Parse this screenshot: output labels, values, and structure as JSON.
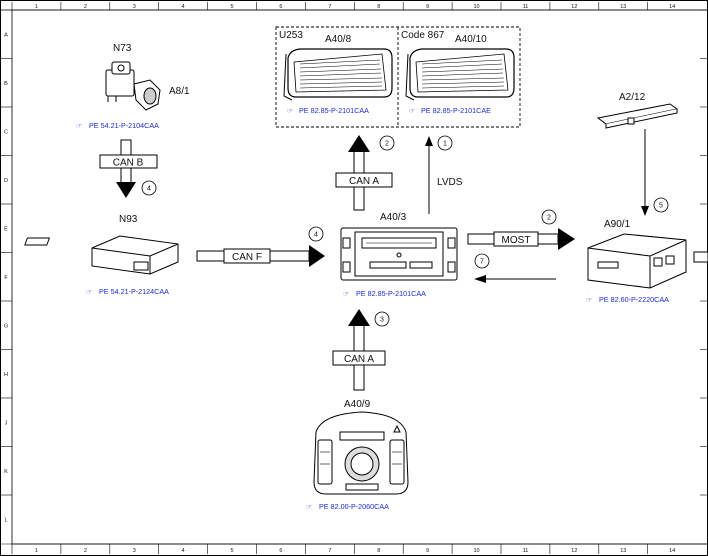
{
  "ruler": {
    "columns": [
      "1",
      "2",
      "3",
      "4",
      "5",
      "6",
      "7",
      "8",
      "9",
      "10",
      "11",
      "12",
      "13",
      "14"
    ],
    "rows": [
      "A",
      "B",
      "C",
      "D",
      "E",
      "F",
      "G",
      "H",
      "J",
      "K",
      "L"
    ]
  },
  "group_box": {
    "left_label": "U253",
    "right_label": "Code 867"
  },
  "components": {
    "n73": {
      "label": "N73",
      "sub": "A8/1",
      "ref": "PE 54.21-P-2104CAA"
    },
    "n93": {
      "label": "N93",
      "ref": "PE 54.21-P-2124CAA"
    },
    "a40_8": {
      "label": "A40/8",
      "ref": "PE 82.85-P-2101CAA"
    },
    "a40_10": {
      "label": "A40/10",
      "ref": "PE 82.85-P-2101CAE"
    },
    "a40_3": {
      "label": "A40/3",
      "ref": "PE 82.85-P-2101CAA"
    },
    "a40_9": {
      "label": "A40/9",
      "ref": "PE 82.00-P-2060CAA"
    },
    "a2_12": {
      "label": "A2/12"
    },
    "a90_1": {
      "label": "A90/1",
      "ref": "PE 82.60-P-2220CAA"
    }
  },
  "buses": {
    "can_b": "CAN B",
    "can_f": "CAN F",
    "can_a_top": "CAN A",
    "can_a_bottom": "CAN A",
    "most": "MOST",
    "lvds": "LVDS"
  },
  "markers": {
    "m1": "1",
    "m2_top": "2",
    "m2_right": "2",
    "m3": "3",
    "m4_left": "4",
    "m4_mid": "4",
    "m5": "5",
    "m7": "7"
  },
  "icon_char": "☞"
}
